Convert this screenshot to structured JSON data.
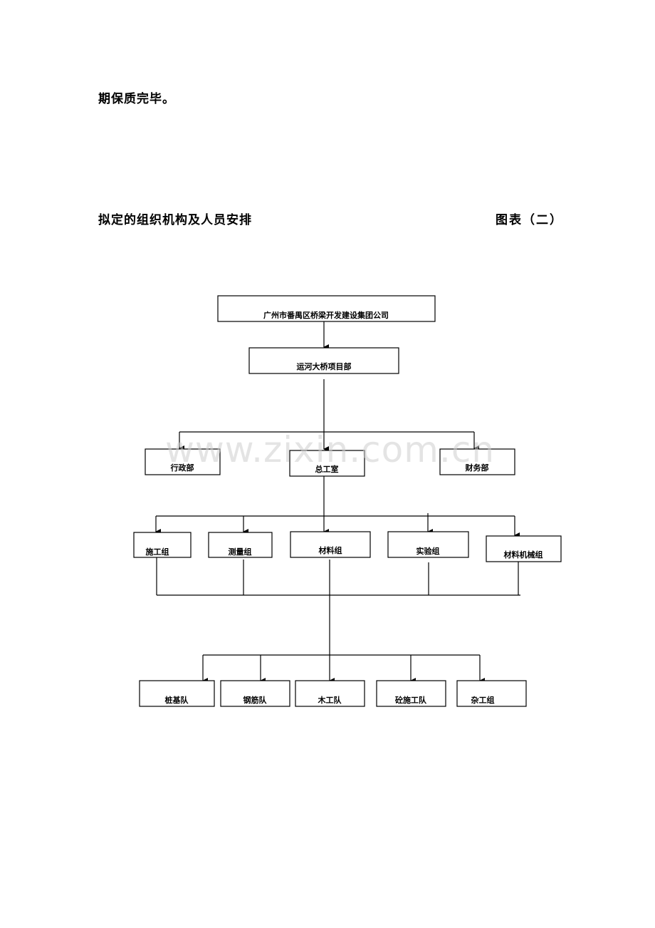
{
  "text": {
    "continuation": "期保质完毕。",
    "heading": "拟定的组织机构及人员安排",
    "figure_label": "图表（二）"
  },
  "watermark": "www.zixin.com.cn",
  "org": {
    "top": "广州市番禺区桥梁开发建设集团公司",
    "project": "运河大桥项目部",
    "departments": [
      "行政部",
      "总工室",
      "财务部"
    ],
    "groups": [
      "施工组",
      "测量组",
      "材料组",
      "实验组",
      "材料机械组"
    ],
    "teams": [
      "桩基队",
      "钢筋队",
      "木工队",
      "砼施工队",
      "杂工组"
    ]
  }
}
